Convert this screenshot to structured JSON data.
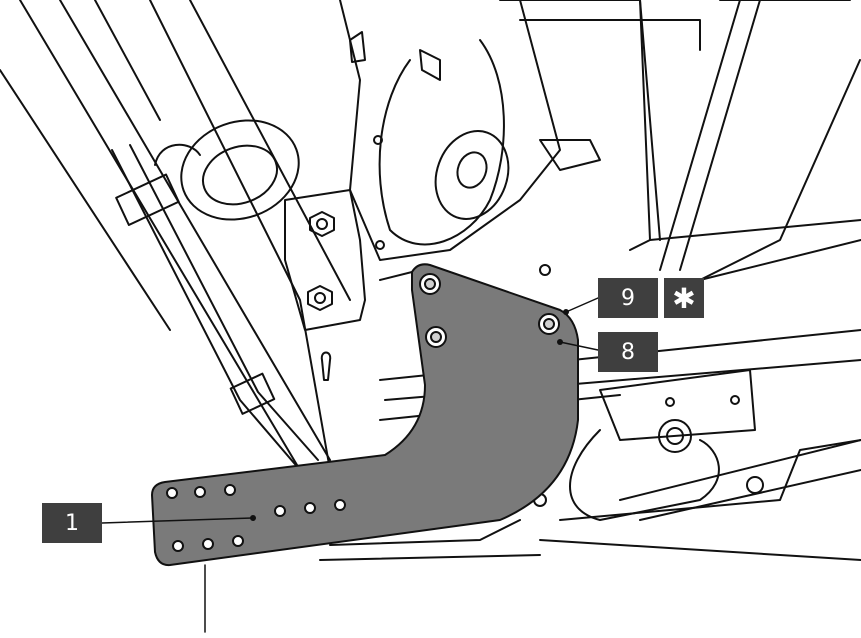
{
  "callouts": {
    "part_1": "1",
    "part_9": "9",
    "part_8": "8",
    "note_symbol": "✱"
  },
  "colors": {
    "bracket_fill": "#7a7a7a",
    "callout_fill": "#3f3f3f",
    "line": "#111111"
  }
}
